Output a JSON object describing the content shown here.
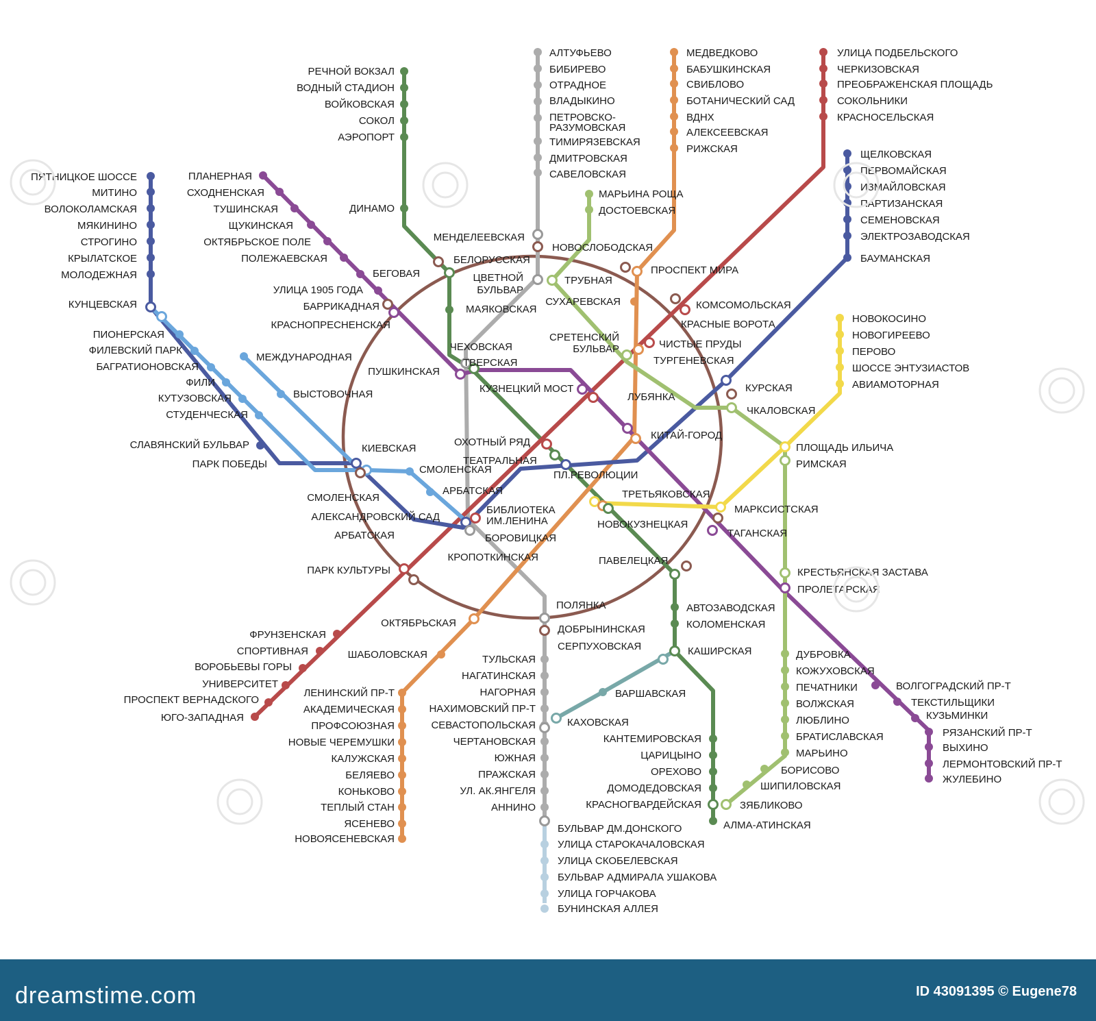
{
  "footer": {
    "logo_text": "dreamstime.com",
    "image_id": "ID 43091395 © Eugene78"
  },
  "map_labels": {
    "line2": [
      "РЕЧНОЙ ВОКЗАЛ",
      "ВОДНЫЙ СТАДИОН",
      "ВОЙКОВСКАЯ",
      "СОКОЛ",
      "АЭРОПОРТ",
      "ДИНАМО",
      "БЕЛОРУССКАЯ",
      "МАЯКОВСКАЯ",
      "ТВЕРСКАЯ",
      "ТЕАТРАЛЬНАЯ",
      "НОВОКУЗНЕЦКАЯ",
      "ПАВЕЛЕЦКАЯ",
      "АВТОЗАВОДСКАЯ",
      "КОЛОМЕНСКАЯ",
      "КАШИРСКАЯ",
      "КАНТЕМИРОВСКАЯ",
      "ЦАРИЦЫНО",
      "ОРЕХОВО",
      "ДОМОДЕДОВСКАЯ",
      "КРАСНОГВАРДЕЙСКАЯ",
      "АЛМА-АТИНСКАЯ"
    ],
    "line9": [
      "АЛТУФЬЕВО",
      "БИБИРЕВО",
      "ОТРАДНОЕ",
      "ВЛАДЫКИНО",
      "ПЕТРОВСКО-",
      "РАЗУМОВСКАЯ",
      "ТИМИРЯЗЕВСКАЯ",
      "ДМИТРОВСКАЯ",
      "САВЕЛОВСКАЯ",
      "МЕНДЕЛЕЕВСКАЯ",
      "ЦВЕТНОЙ",
      "БУЛЬВАР",
      "ЧЕХОВСКАЯ",
      "БОРОВИЦКАЯ",
      "ПОЛЯНКА",
      "СЕРПУХОВСКАЯ",
      "ТУЛЬСКАЯ",
      "НАГАТИНСКАЯ",
      "НАГОРНАЯ",
      "НАХИМОВСКИЙ ПР-Т",
      "СЕВАСТОПОЛЬСКАЯ",
      "ЧЕРТАНОВСКАЯ",
      "ЮЖНАЯ",
      "ПРАЖСКАЯ",
      "УЛ. АК.ЯНГЕЛЯ",
      "АННИНО",
      "БУЛЬВАР ДМ.ДОНСКОГО"
    ],
    "line_butovo": [
      "УЛИЦА СТАРОКАЧАЛОВСКАЯ",
      "УЛИЦА СКОБЕЛЕВСКАЯ",
      "БУЛЬВАР АДМИРАЛА УШАКОВА",
      "УЛИЦА ГОРЧАКОВА",
      "БУНИНСКАЯ АЛЛЕЯ"
    ],
    "line6": [
      "МЕДВЕДКОВО",
      "БАБУШКИНСКАЯ",
      "СВИБЛОВО",
      "БОТАНИЧЕСКИЙ САД",
      "ВДНХ",
      "АЛЕКСЕЕВСКАЯ",
      "РИЖСКАЯ",
      "ПРОСПЕКТ МИРА",
      "СУХАРЕВСКАЯ",
      "ТУРГЕНЕВСКАЯ",
      "КИТАЙ-ГОРОД",
      "ТРЕТЬЯКОВСКАЯ",
      "ОКТЯБРЬСКАЯ",
      "ШАБОЛОВСКАЯ",
      "ЛЕНИНСКИЙ ПР-Т",
      "АКАДЕМИЧЕСКАЯ",
      "ПРОФСОЮЗНАЯ",
      "НОВЫЕ ЧЕРЕМУШКИ",
      "КАЛУЖСКАЯ",
      "БЕЛЯЕВО",
      "КОНЬКОВО",
      "ТЕПЛЫЙ СТАН",
      "ЯСЕНЕВО",
      "НОВОЯСЕНЕВСКАЯ"
    ],
    "line1": [
      "УЛИЦА ПОДБЕЛЬСКОГО",
      "ЧЕРКИЗОВСКАЯ",
      "ПРЕОБРАЖЕНСКАЯ ПЛОЩАДЬ",
      "СОКОЛЬНИКИ",
      "КРАСНОСЕЛЬСКАЯ",
      "КОМСОМОЛЬСКАЯ",
      "КРАСНЫЕ ВОРОТА",
      "ЧИСТЫЕ ПРУДЫ",
      "ЛУБЯНКА",
      "ОХОТНЫЙ РЯД",
      "БИБЛИОТЕКА",
      "ИМ.ЛЕНИНА",
      "КРОПОТКИНСКАЯ",
      "ПАРК КУЛЬТУРЫ",
      "ФРУНЗЕНСКАЯ",
      "СПОРТИВНАЯ",
      "ВОРОБЬЕВЫ ГОРЫ",
      "УНИВЕРСИТЕТ",
      "ПРОСПЕКТ ВЕРНАДСКОГО",
      "ЮГО-ЗАПАДНАЯ"
    ],
    "line3": [
      "ЩЕЛКОВСКАЯ",
      "ПЕРВОМАЙСКАЯ",
      "ИЗМАЙЛОВСКАЯ",
      "ПАРТИЗАНСКАЯ",
      "СЕМЕНОВСКАЯ",
      "ЭЛЕКТРОЗАВОДСКАЯ",
      "БАУМАНСКАЯ",
      "КУРСКАЯ",
      "ПЛ.РЕВОЛЮЦИИ",
      "АРБАТСКАЯ",
      "СМОЛЕНСКАЯ",
      "КИЕВСКАЯ",
      "ПАРК ПОБЕДЫ",
      "СЛАВЯНСКИЙ БУЛЬВАР",
      "КУНЦЕВСКАЯ",
      "МОЛОДЕЖНАЯ",
      "КРЫЛАТСКОЕ",
      "СТРОГИНО",
      "МЯКИНИНО",
      "ВОЛОКОЛАМСКАЯ",
      "МИТИНО",
      "ПЯТНИЦКОЕ ШОССЕ"
    ],
    "line4": [
      "ПИОНЕРСКАЯ",
      "ФИЛЕВСКИЙ ПАРК",
      "БАГРАТИОНОВСКАЯ",
      "ФИЛИ",
      "КУТУЗОВСКАЯ",
      "СТУДЕНЧЕСКАЯ",
      "СМОЛЕНСКАЯ",
      "АРБАТСКАЯ",
      "АЛЕКСАНДРОВСКИЙ САД",
      "МЕЖДУНАРОДНАЯ",
      "ВЫСТОВОЧНАЯ"
    ],
    "line7": [
      "ПЛАНЕРНАЯ",
      "СХОДНЕНСКАЯ",
      "ТУШИНСКАЯ",
      "ЩУКИНСКАЯ",
      "ОКТЯБРЬСКОЕ ПОЛЕ",
      "ПОЛЕЖАЕВСКАЯ",
      "БЕГОВАЯ",
      "УЛИЦА 1905 ГОДА",
      "БАРРИКАДНАЯ",
      "ПУШКИНСКАЯ",
      "КУЗНЕЦКИЙ МОСТ",
      "ТАГАНСКАЯ",
      "ПРОЛЕТАРСКАЯ",
      "ВОЛГОГРАДСКИЙ ПР-Т",
      "ТЕКСТИЛЬЩИКИ",
      "КУЗЬМИНКИ",
      "РЯЗАНСКИЙ ПР-Т",
      "ВЫХИНО",
      "ЛЕРМОНТОВСКИЙ ПР-Т",
      "ЖУЛЕБИНО"
    ],
    "line10": [
      "МАРЬИНА РОЩА",
      "ДОСТОЕВСКАЯ",
      "ТРУБНАЯ",
      "СРЕТЕНСКИЙ",
      "БУЛЬВАР",
      "ЧКАЛОВСКАЯ",
      "РИМСКАЯ",
      "КРЕСТЬЯНСКАЯ ЗАСТАВА",
      "ДУБРОВКА",
      "КОЖУХОВСКАЯ",
      "ПЕЧАТНИКИ",
      "ВОЛЖСКАЯ",
      "ЛЮБЛИНО",
      "БРАТИСЛАВСКАЯ",
      "МАРЬИНО",
      "БОРИСОВО",
      "ШИПИЛОВСКАЯ",
      "ЗЯБЛИКОВО"
    ],
    "line8": [
      "НОВОКОСИНО",
      "НОВОГИРЕЕВО",
      "ПЕРОВО",
      "ШОССЕ ЭНТУЗИАСТОВ",
      "АВИАМОТОРНАЯ",
      "ПЛОЩАДЬ ИЛЬИЧА",
      "МАРКСИСТСКАЯ"
    ],
    "line11": [
      "ВАРШАВСКАЯ",
      "КАХОВСКАЯ"
    ],
    "ring": [
      "НОВОСЛОБОДСКАЯ",
      "КРАСНОПРЕСНЕНСКАЯ",
      "ДОБРЫНИНСКАЯ"
    ]
  },
  "line_colors": {
    "line1": "#b84a4a",
    "line2": "#5a8a52",
    "line3": "#4a5aa0",
    "line4": "#6aa6dc",
    "line5": "#8b5a50",
    "line6": "#e09050",
    "line7": "#8a4a95",
    "line8": "#f2d94a",
    "line9": "#acacac",
    "line10": "#a0c070",
    "line11": "#78a8a8",
    "line12": "#b8d0e0"
  }
}
